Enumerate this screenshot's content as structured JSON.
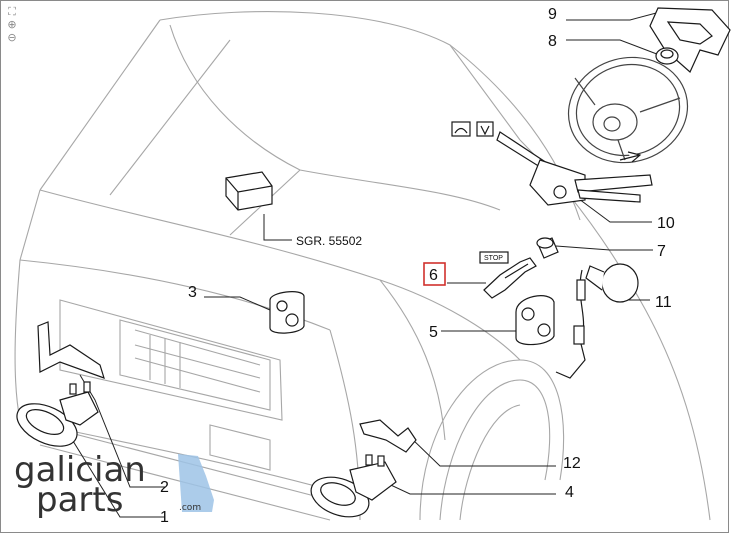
{
  "viewer": {
    "zoom_controls": [
      "fullscreen-icon",
      "zoom-in-icon",
      "zoom-out-icon"
    ]
  },
  "diagram": {
    "callouts": [
      "9",
      "8",
      "10",
      "7",
      "6",
      "11",
      "3",
      "5",
      "12",
      "4",
      "2",
      "1"
    ],
    "reference_text": "SGR. 55502",
    "stop_label": "STOP",
    "highlighted_callout": "6",
    "highlight_color": "#d0312d"
  },
  "watermark": {
    "line1": "galician",
    "line2": "parts",
    "suffix": ".com",
    "accent_color": "#9ec3e6"
  }
}
